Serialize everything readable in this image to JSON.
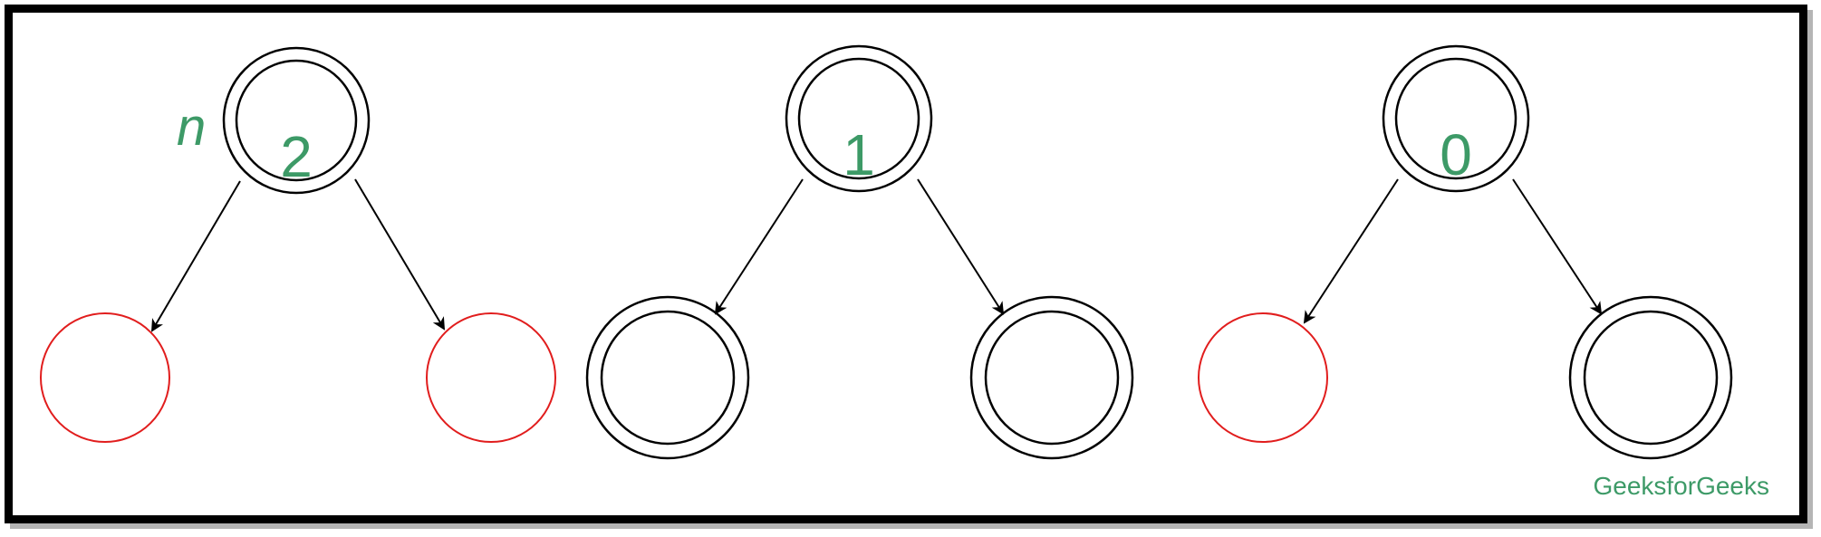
{
  "labels": {
    "pointer": "n",
    "trees": [
      {
        "value": "2",
        "children": [
          "empty",
          "empty"
        ]
      },
      {
        "value": "1",
        "children": [
          "node",
          "node"
        ]
      },
      {
        "value": "0",
        "children": [
          "empty",
          "node"
        ]
      }
    ]
  },
  "watermark": "GeeksforGeeks",
  "colors": {
    "text_green": "#3d9a67",
    "empty_node": "#e11d1d",
    "node_stroke": "#000000"
  }
}
